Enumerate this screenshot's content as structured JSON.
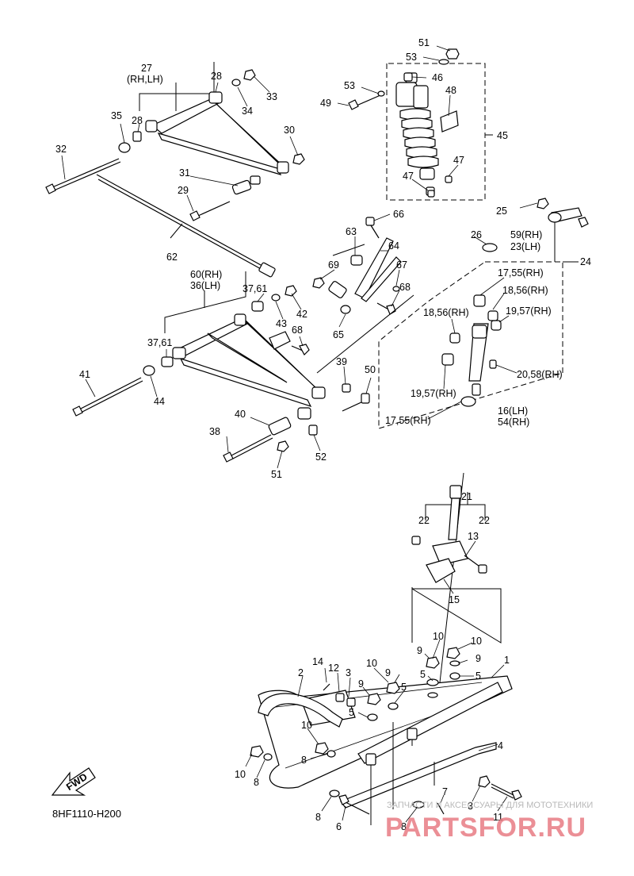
{
  "diagram_code": "8HF1110-H200",
  "fwd_label": "FWD",
  "watermark": {
    "caption": "ЗАПЧАСТИ И АКСЕССУАРЫ ДЛЯ МОТОТЕХНИКИ",
    "brand": "PARTSFOR.RU"
  },
  "callouts": {
    "c51a": "51",
    "c53a": "53",
    "c46": "46",
    "c53b": "53",
    "c49": "49",
    "c48": "48",
    "c45": "45",
    "c47a": "47",
    "c47b": "47",
    "c27": "27",
    "c27sub": "(RH,LH)",
    "c28a": "28",
    "c34": "34",
    "c33": "33",
    "c35": "35",
    "c28b": "28",
    "c30": "30",
    "c32": "32",
    "c31": "31",
    "c29": "29",
    "c62": "62",
    "c25": "25",
    "c66": "66",
    "c63": "63",
    "c64": "64",
    "c26": "26",
    "c59": "59(RH)",
    "c23": "23(LH)",
    "c24": "24",
    "c69": "69",
    "c67": "67",
    "c68a": "68",
    "c60": "60(RH)",
    "c36": "36(LH)",
    "c3761a": "37,61",
    "c42": "42",
    "c43": "43",
    "c65": "65",
    "c1755a": "17,55(RH)",
    "c1856a": "18,56(RH)",
    "c1856b": "18,56(RH)",
    "c1957a": "19,57(RH)",
    "c3761b": "37,61",
    "c68b": "68",
    "c39": "39",
    "c50": "50",
    "c2058": "20,58(RH)",
    "c41": "41",
    "c44": "44",
    "c1957b": "19,57(RH)",
    "c16": "16(LH)",
    "c54": "54(RH)",
    "c1755b": "17,55(RH)",
    "c40": "40",
    "c38": "38",
    "c52": "52",
    "c51b": "51",
    "c21": "21",
    "c22a": "22",
    "c22b": "22",
    "c13": "13",
    "c15": "15",
    "c10a": "10",
    "c10b": "10",
    "c9a": "9",
    "c9b": "9",
    "c5a": "5",
    "c5b": "5",
    "c1": "1",
    "c14": "14",
    "c12": "12",
    "c3a": "3",
    "c10c": "10",
    "c9c": "9",
    "c9d": "9",
    "c2": "2",
    "c5c": "5",
    "c5d": "5",
    "c10d": "10",
    "c8a": "8",
    "c4": "4",
    "c10e": "10",
    "c8b": "8",
    "c7": "7",
    "c3b": "3",
    "c11": "11",
    "c8c": "8",
    "c6": "6",
    "c8d": "8"
  }
}
